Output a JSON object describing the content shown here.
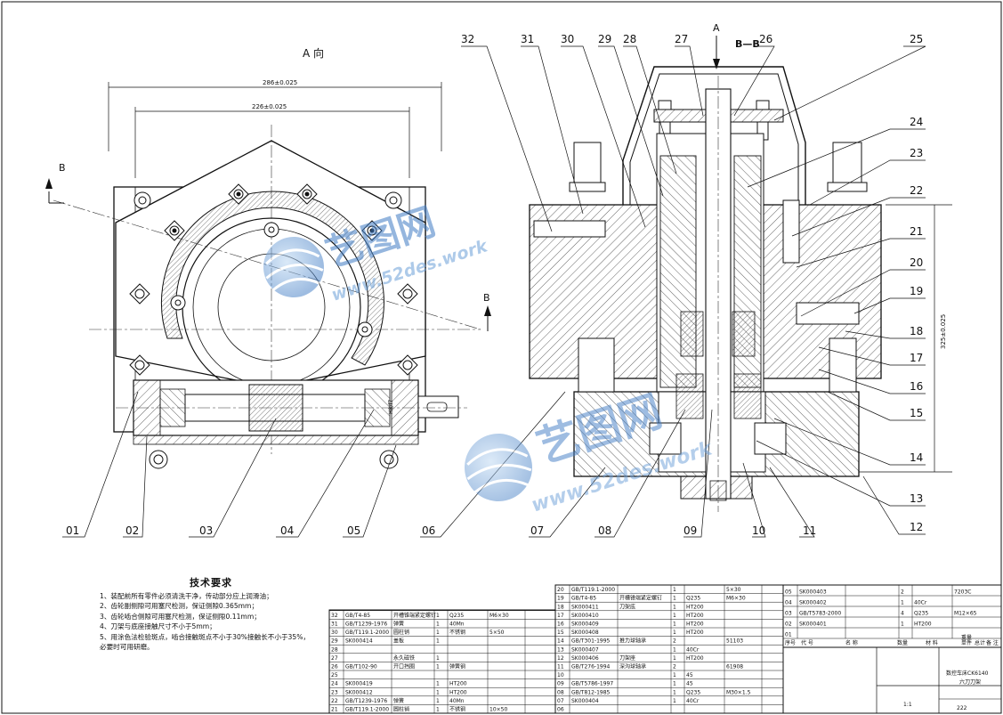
{
  "drawing": {
    "view_a_title": "A 向",
    "section_title": "B—B",
    "arrow_a_label": "A",
    "section_mark": "B",
    "dimensions": [
      "286±0.025",
      "226±0.025",
      "325±0.025",
      "H8/f7"
    ],
    "part_numbers_top": [
      "32",
      "31",
      "30",
      "29",
      "28",
      "27",
      "26",
      "25"
    ],
    "part_numbers_right": [
      "24",
      "23",
      "22",
      "21",
      "20",
      "19",
      "18",
      "17",
      "16",
      "15",
      "14",
      "13",
      "12"
    ],
    "part_numbers_bottom": [
      "01",
      "02",
      "03",
      "04",
      "05",
      "06",
      "07",
      "08",
      "09",
      "10",
      "11"
    ]
  },
  "technical_requirements": {
    "title": "技术要求",
    "items": [
      "1、装配前所有零件必须清洗干净，传动部分应上润滑油；",
      "2、齿轮副侧隙可用塞尺检测，保证侧隙0.365mm；",
      "3、齿轮啮合侧隙可用塞尺检测，保证侧隙0.11mm；",
      "4、刀架与底座接触尺寸不小于5mm；",
      "5、用涂色法检验斑点，啮合接触斑点不小于30%接触长不小于35%，",
      "必要时可用研磨。"
    ]
  },
  "parts_list": {
    "left_rows": [
      [
        "32",
        "GB/T4-85",
        "开槽锥端紧定螺钉",
        "1",
        "Q235",
        "M6×30"
      ],
      [
        "31",
        "GB/T1239-1976",
        "弹簧",
        "1",
        "40Mn",
        ""
      ],
      [
        "30",
        "GB/T119.1-2000",
        "圆柱销",
        "1",
        "不锈钢",
        "5×50"
      ],
      [
        "29",
        "SK000414",
        "盖板",
        "1",
        "",
        ""
      ],
      [
        "28",
        "",
        "",
        "",
        "",
        ""
      ],
      [
        "27",
        "",
        "永久磁铁",
        "1",
        "",
        ""
      ],
      [
        "26",
        "GB/T102-90",
        "开口挡圈",
        "1",
        "弹簧钢",
        ""
      ],
      [
        "25",
        "",
        "",
        "",
        "",
        ""
      ],
      [
        "24",
        "SK000419",
        "",
        "1",
        "HT200",
        ""
      ],
      [
        "23",
        "SK000412",
        "",
        "1",
        "HT200",
        ""
      ],
      [
        "22",
        "GB/T1239-1976",
        "弹簧",
        "1",
        "40Mn",
        ""
      ],
      [
        "21",
        "GB/T119.1-2000",
        "圆柱销",
        "1",
        "不锈钢",
        "10×50"
      ]
    ],
    "middle_rows": [
      [
        "20",
        "GB/T119.1-2000",
        "",
        "1",
        "",
        "5×30"
      ],
      [
        "19",
        "GB/T4-85",
        "开槽锥端紧定螺钉",
        "1",
        "Q235",
        "M6×30"
      ],
      [
        "18",
        "SK000411",
        "刀架底",
        "1",
        "HT200",
        ""
      ],
      [
        "17",
        "SK000410",
        "",
        "1",
        "HT200",
        ""
      ],
      [
        "16",
        "SK000409",
        "",
        "1",
        "HT200",
        ""
      ],
      [
        "15",
        "SK000408",
        "",
        "1",
        "HT200",
        ""
      ],
      [
        "14",
        "GB/T301-1995",
        "推力球轴承",
        "2",
        "",
        "51103"
      ],
      [
        "13",
        "SK000407",
        "",
        "1",
        "40Cr",
        ""
      ],
      [
        "12",
        "SK000406",
        "刀架座",
        "1",
        "HT200",
        ""
      ],
      [
        "11",
        "GB/T276-1994",
        "深沟球轴承",
        "2",
        "",
        "61908"
      ],
      [
        "10",
        "",
        "",
        "1",
        "45",
        ""
      ],
      [
        "09",
        "GB/T5786-1997",
        "",
        "1",
        "45",
        ""
      ],
      [
        "08",
        "GB/T812-1985",
        "",
        "1",
        "Q235",
        "M30×1.5"
      ],
      [
        "07",
        "SK000404",
        "",
        "1",
        "40Cr",
        ""
      ],
      [
        "06",
        "",
        "",
        "",
        "",
        ""
      ]
    ],
    "right_rows": [
      [
        "05",
        "SK000403",
        "",
        "2",
        "",
        "7203C"
      ],
      [
        "04",
        "SK000402",
        "",
        "1",
        "40Cr",
        ""
      ],
      [
        "03",
        "GB/T5783-2000",
        "",
        "4",
        "Q235",
        "M12×65"
      ],
      [
        "02",
        "SK000401",
        "",
        "1",
        "HT200",
        ""
      ],
      [
        "01",
        "",
        "",
        "",
        "",
        ""
      ]
    ],
    "header_labels": [
      "序号",
      "代 号",
      "名 称",
      "数量",
      "材 料",
      "单件",
      "总计",
      "备 注",
      "重量"
    ],
    "title_block": {
      "name_line1": "数控车床CK6140",
      "name_line2": "六刀刀架",
      "scale": "1:1",
      "drawing_no": "222"
    }
  },
  "watermark": {
    "brand": "艺图网",
    "site": "www.52des.work"
  }
}
